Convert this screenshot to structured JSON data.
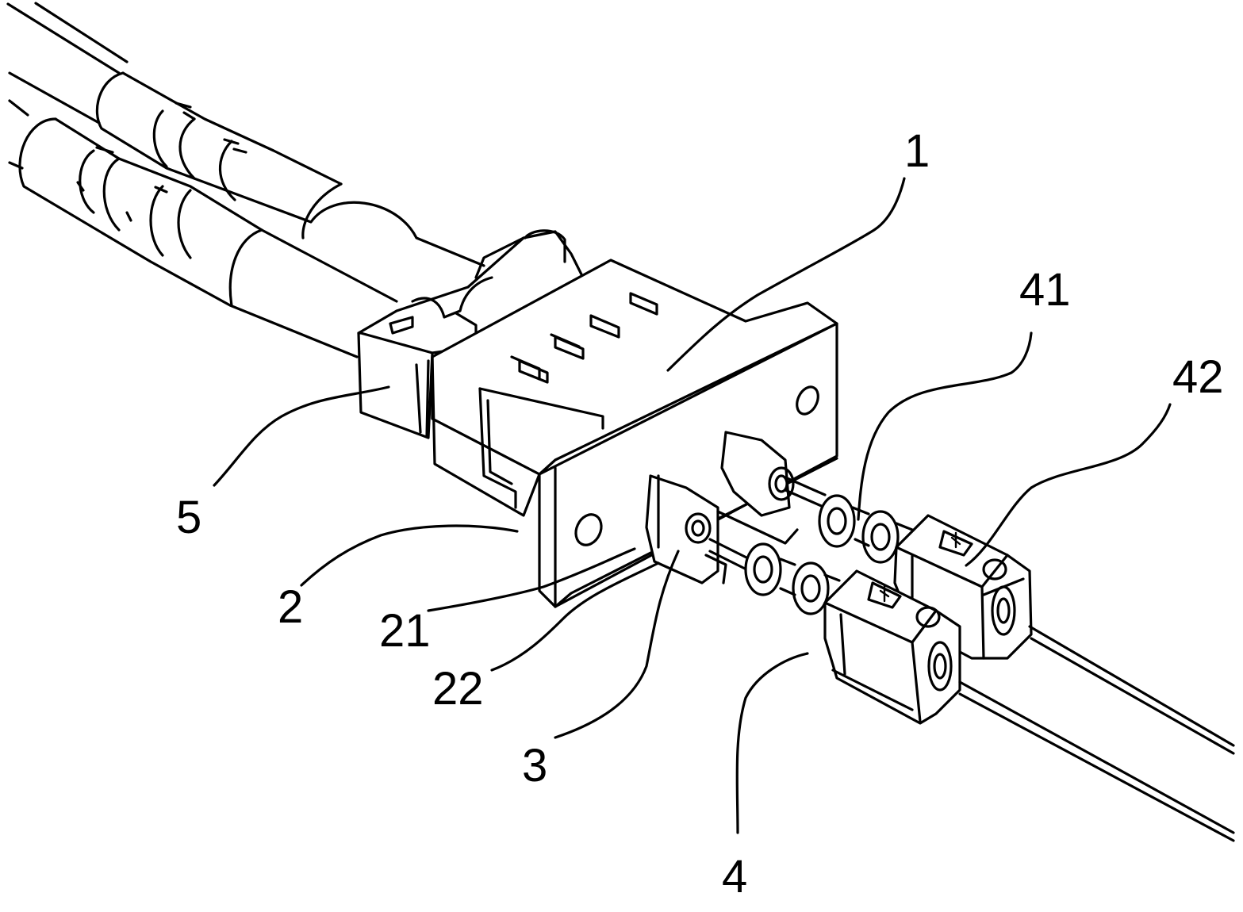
{
  "figure": {
    "labels": {
      "l1": "1",
      "l2": "2",
      "l21": "21",
      "l22": "22",
      "l3": "3",
      "l4": "4",
      "l41": "41",
      "l42": "42",
      "l5": "5"
    }
  }
}
